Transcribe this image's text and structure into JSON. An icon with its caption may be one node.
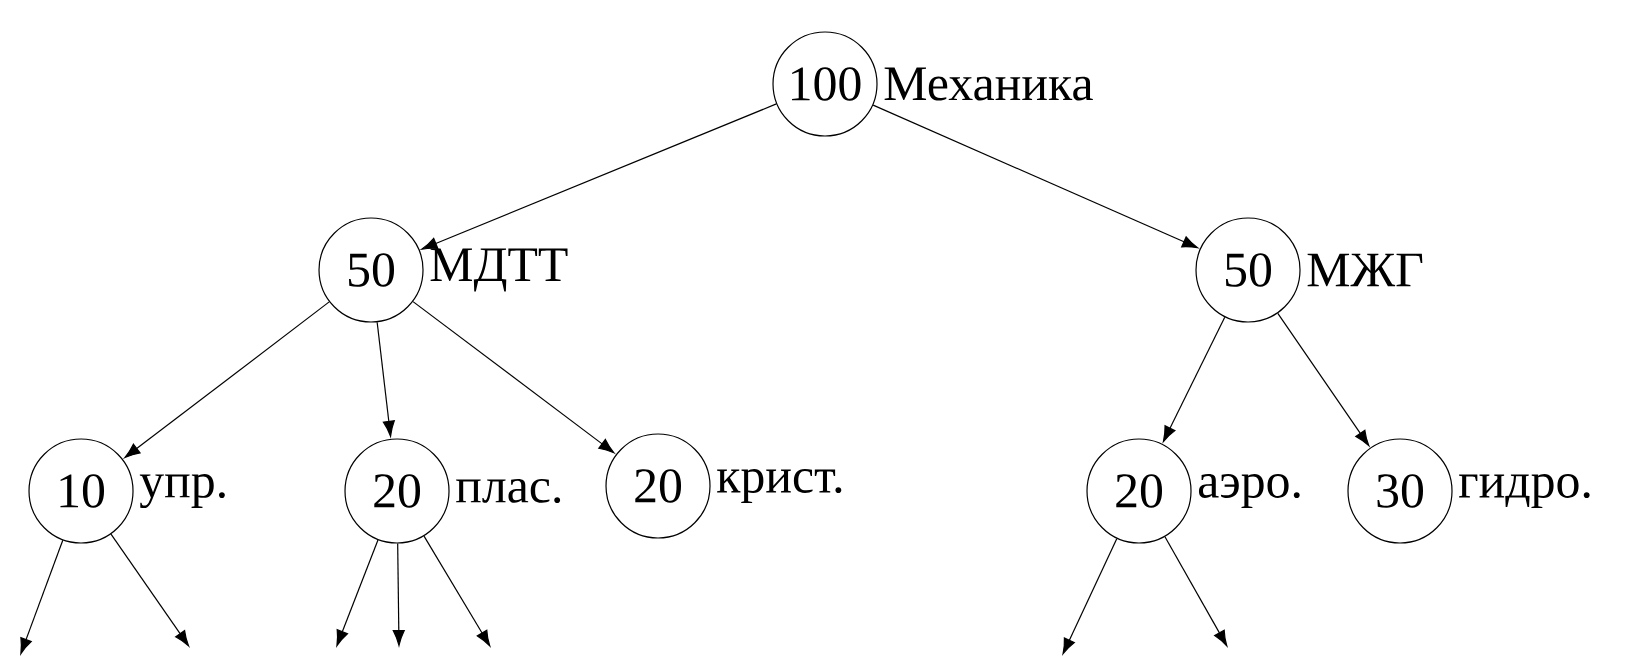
{
  "diagram": {
    "nodes": [
      {
        "text": [
          "100"
        ],
        "beside": [
          "Механика"
        ]
      },
      {
        "text": [
          "50"
        ],
        "beside": [
          "МДТТ"
        ]
      },
      {
        "text": [
          "50"
        ],
        "beside": [
          "МЖГ"
        ]
      },
      {
        "text": [
          "10"
        ],
        "beside": [
          "упр."
        ]
      },
      {
        "text": [
          "20"
        ],
        "beside": [
          "плас."
        ]
      },
      {
        "text": [
          "20"
        ],
        "beside": [
          "крист."
        ]
      },
      {
        "text": [
          "20"
        ],
        "beside": [
          "аэро."
        ]
      },
      {
        "text": [
          "30"
        ],
        "beside": [
          "гидро."
        ]
      }
    ],
    "edges": [
      {
        "from": 0,
        "to": 1,
        "arrow": "to"
      },
      {
        "from": 0,
        "to": 2,
        "arrow": "to"
      },
      {
        "from": 1,
        "to": 3,
        "arrow": "to"
      },
      {
        "from": 1,
        "to": 4,
        "arrow": "to"
      },
      {
        "from": 1,
        "to": 5,
        "arrow": "to"
      },
      {
        "from": 2,
        "to": 6,
        "arrow": "to"
      },
      {
        "from": 2,
        "to": 7,
        "arrow": "to"
      },
      {
        "from": 3,
        "to": null,
        "arrow": "to"
      },
      {
        "from": 3,
        "to": null,
        "arrow": "to"
      },
      {
        "from": 4,
        "to": null,
        "arrow": "to"
      },
      {
        "from": 4,
        "to": null,
        "arrow": "to"
      },
      {
        "from": 4,
        "to": null,
        "arrow": "to"
      },
      {
        "from": 6,
        "to": null,
        "arrow": "to"
      },
      {
        "from": 6,
        "to": null,
        "arrow": "to"
      }
    ]
  }
}
